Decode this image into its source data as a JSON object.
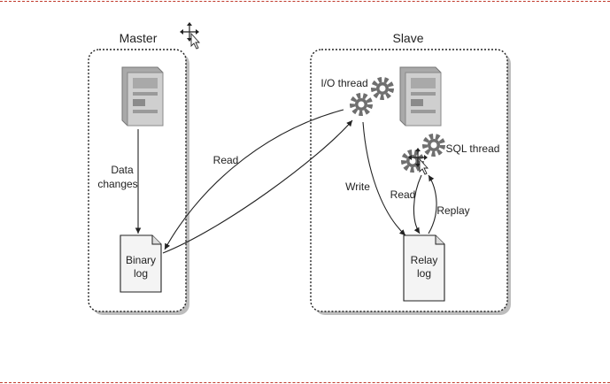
{
  "master": {
    "title": "Master",
    "data_changes_line1": "Data",
    "data_changes_line2": "changes",
    "binary_log_line1": "Binary",
    "binary_log_line2": "log"
  },
  "slave": {
    "title": "Slave",
    "io_thread": "I/O thread",
    "sql_thread": "SQL thread",
    "write": "Write",
    "read": "Read",
    "replay": "Replay",
    "relay_log_line1": "Relay",
    "relay_log_line2": "log"
  },
  "links": {
    "read_label": "Read"
  },
  "icons": {
    "server": "server-icon",
    "gear": "gear-icon",
    "document": "document-icon",
    "cursor": "move-cursor-icon"
  },
  "colors": {
    "border": "#c0392b",
    "line": "#222222",
    "gear": "#6f6f6f",
    "server": "#a9a9a9",
    "panel_shadow": "#bdbdbd"
  }
}
